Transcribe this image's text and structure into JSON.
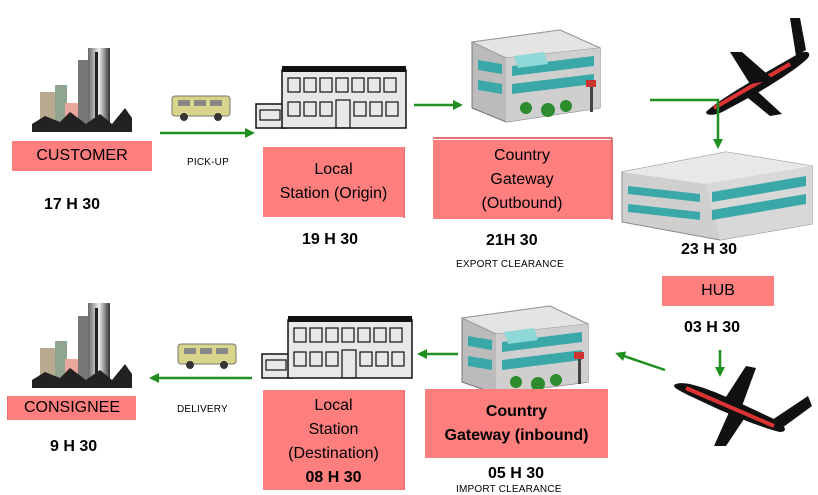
{
  "nodes": {
    "customer": {
      "label": "CUSTOMER",
      "time": "17 H 30"
    },
    "origin": {
      "label": "Local\nStation (Origin)",
      "time": "19 H 30"
    },
    "outbound": {
      "label": "Country\nGateway\n(Outbound)",
      "time": "21H 30",
      "note": "EXPORT CLEARANCE"
    },
    "hub": {
      "label": "HUB",
      "time_in": "23 H 30",
      "time_out": "03 H 30"
    },
    "inbound": {
      "label": "Country\nGateway (inbound)",
      "time": "05 H 30",
      "note": "IMPORT CLEARANCE"
    },
    "destination": {
      "label": "Local\nStation\n(Destination)",
      "time": "08 H 30"
    },
    "consignee": {
      "label": "CONSIGNEE",
      "time": "9 H 30"
    }
  },
  "edges": {
    "pickup": "PICK-UP",
    "delivery": "DELIVERY"
  },
  "colors": {
    "box": "#ff7f7f",
    "arrow": "#1f8f1f",
    "glass": "#3aa8a8"
  }
}
